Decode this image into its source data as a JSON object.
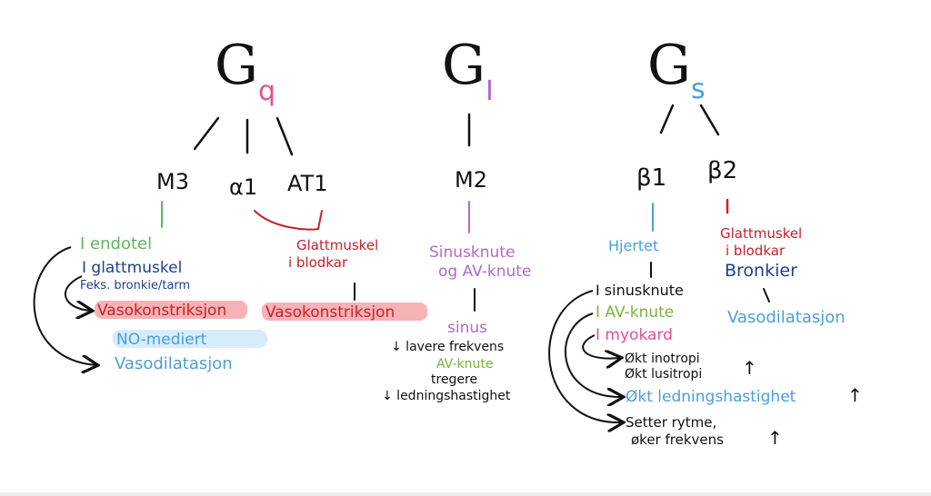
{
  "colors": {
    "black": "#111111",
    "green": "#5cb85c",
    "navy": "#1f3f8f",
    "red": "#c8202a",
    "red_highlight": "#f6b3b6",
    "blue": "#4a9fd8",
    "blue_highlight": "#d6ecf8",
    "purple": "#b06ad0",
    "pink": "#e4508f",
    "olive_green": "#7ab241"
  },
  "gq": {
    "title_main": "G",
    "title_sub": "q",
    "receptors": [
      "M3",
      "α1",
      "AT1"
    ],
    "m3": {
      "endotel": "I endotel",
      "glattmuskel": "I glattmuskel",
      "feks": "Feks. bronkie/tarm",
      "vasokonstriksjon": "Vasokonstriksjon",
      "no_mediert": "NO-mediert",
      "vasodilatasjon": "Vasodilatasjon"
    },
    "a1_at1": {
      "line1": "Glattmuskel",
      "line2": "i blodkar",
      "vasokonstriksjon": "Vasokonstriksjon"
    }
  },
  "gi": {
    "title_main": "G",
    "title_sub": "I",
    "receptor": "M2",
    "target_line1": "Sinusknute",
    "target_line2": "og AV-knute",
    "sinus": "sinus",
    "lavere": "↓ lavere frekvens",
    "av_knute": "AV-knute",
    "tregere": "tregere",
    "ledning": "↓ ledningshastighet"
  },
  "gs": {
    "title_main": "G",
    "title_sub": "s",
    "receptors": [
      "β1",
      "β2"
    ],
    "b1": {
      "hjertet": "Hjertet",
      "sinusknute": "I sinusknute",
      "av_knute": "I AV-knute",
      "myokard": "I myokard",
      "inotropi": "Økt inotropi",
      "lusitropi": "Økt lusitropi",
      "ledning": "Økt ledningshastighet",
      "setter": "Setter rytme,",
      "oker": "øker frekvens",
      "arrow_up": "↑"
    },
    "b2": {
      "glatt": "Glattmuskel",
      "blodkar": "i blodkar",
      "bronkier": "Bronkier",
      "vasodilatasjon": "Vasodilatasjon"
    }
  }
}
